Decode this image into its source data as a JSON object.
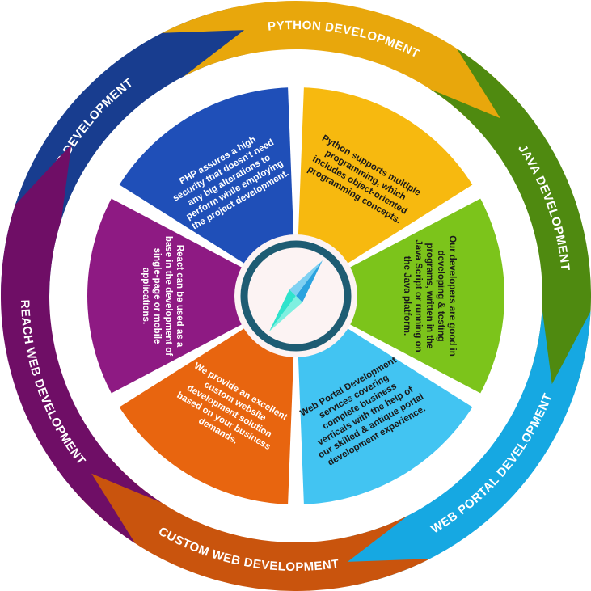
{
  "center": {
    "icon": "compass-icon",
    "ring_color": "#1e5c73",
    "bg_color": "#fcf3f3"
  },
  "segments": [
    {
      "name": "php",
      "title": "PHP DEVELOPMENT",
      "description": "PHP assures a high security that doesn't need any big alterations to perform while employing the project development.",
      "arrow_color": "#183d8f",
      "wedge_color": "#1f4fb8",
      "text_color": "#ffffff"
    },
    {
      "name": "python",
      "title": "PYTHON DEVELOPMENT",
      "description": "Python supports multiple programming, which includes object-oriented programming concepts.",
      "arrow_color": "#e8a70c",
      "wedge_color": "#f7b90f",
      "text_color": "#1a1a1a"
    },
    {
      "name": "java",
      "title": "JAVA DEVELOPMENT",
      "description": "Our developers are good in developing & testing programs, written in the Java Script or running on the Java platform.",
      "arrow_color": "#4f8a10",
      "wedge_color": "#7cc41b",
      "text_color": "#1a1a1a"
    },
    {
      "name": "web-portal",
      "title": "WEB PORTAL DEVELOPMENT",
      "description": "Web Portal Development services covering complete business verticals with the help of our skilled & antique portal development experience.",
      "arrow_color": "#16a8e2",
      "wedge_color": "#42c4f2",
      "text_color": "#1a1a1a"
    },
    {
      "name": "custom-web",
      "title": "CUSTOM WEB DEVELOPMENT",
      "description": "We provide an excellent custom website development solution based on your business demands.",
      "arrow_color": "#c9540d",
      "wedge_color": "#e8650f",
      "text_color": "#ffffff"
    },
    {
      "name": "reach-web",
      "title": "REACH WEB DEVELOPMENT",
      "description": "React can be used as a base in the development of single-page or mobile applications.",
      "arrow_color": "#6f0e66",
      "wedge_color": "#8e1a83",
      "text_color": "#ffffff"
    }
  ]
}
